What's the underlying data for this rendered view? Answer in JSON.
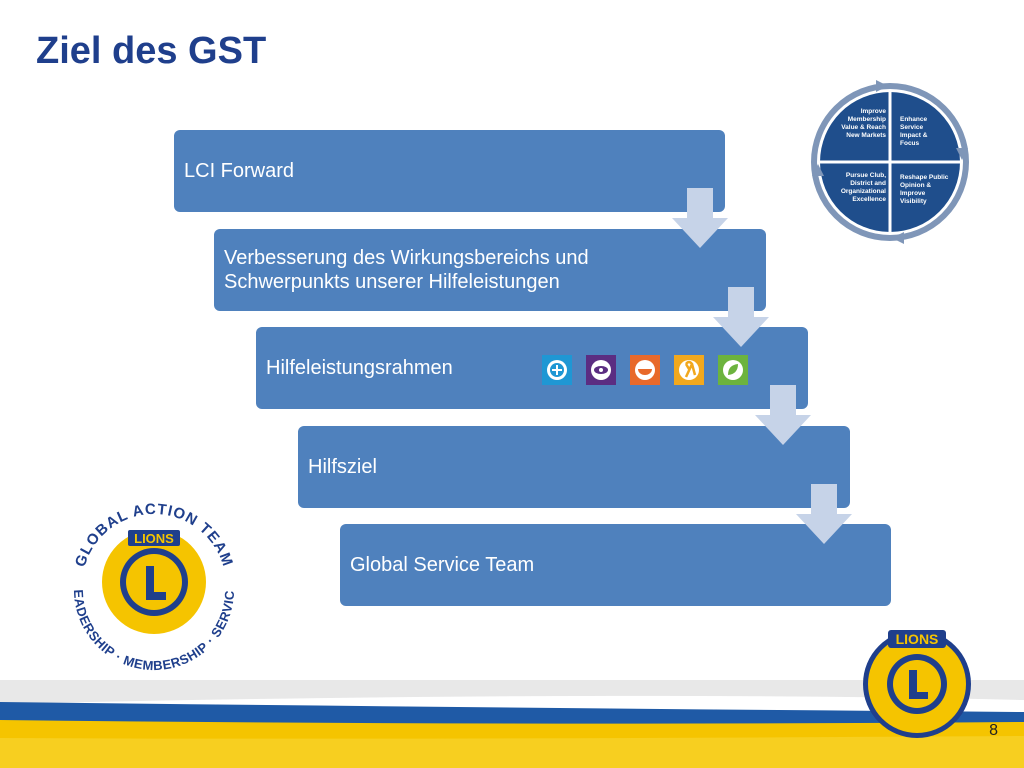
{
  "title": "Ziel des GST",
  "steps": [
    {
      "label": "LCI Forward"
    },
    {
      "label": "Verbesserung des Wirkungsbereichs und Schwerpunkts unserer Hilfeleistungen"
    },
    {
      "label": "Hilfeleistungsrahmen"
    },
    {
      "label": "Hilfsziel"
    },
    {
      "label": "Global Service Team"
    }
  ],
  "cause_icons": [
    "diabetes-icon",
    "vision-icon",
    "hunger-icon",
    "childhood-cancer-icon",
    "environment-icon"
  ],
  "cycle_graphic": {
    "quadrants": [
      "Improve Membership Value & Reach New Markets",
      "Enhance Service Impact & Focus",
      "Pursue Club, District and Organizational Excellence",
      "Reshape Public Opinion & Improve Visibility"
    ]
  },
  "gat_logo": {
    "top": "GLOBAL ACTION TEAM",
    "bottom": "LEADERSHIP · MEMBERSHIP · SERVICE",
    "center": "LIONS"
  },
  "lions_logo": {
    "text": "LIONS"
  },
  "page_number": "8",
  "colors": {
    "title": "#1f3f8c",
    "step_fill": "#4f81bd",
    "arrow_fill": "#c6d3e8",
    "footer_blue": "#1f5aa6",
    "footer_yellow": "#f5c400"
  }
}
